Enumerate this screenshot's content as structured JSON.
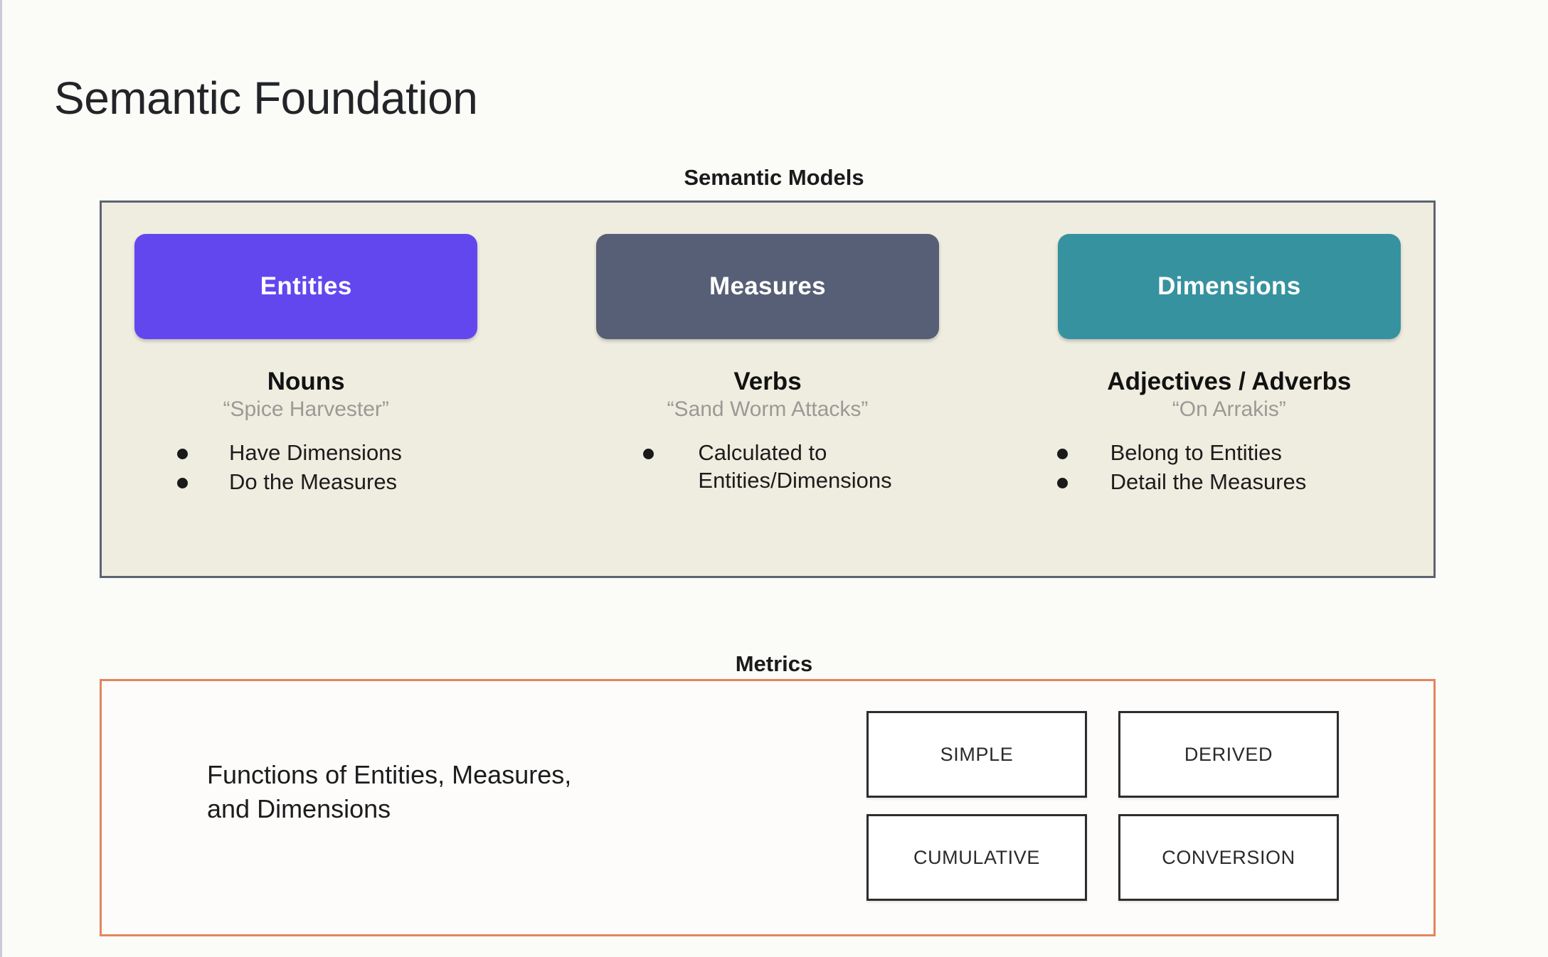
{
  "slide": {
    "title": "Semantic Foundation",
    "background_color": "#fbfbf8"
  },
  "semantic_models": {
    "caption": "Semantic Models",
    "panel_background": "#efede0",
    "panel_border_color": "#5c6472",
    "columns": [
      {
        "pill_label": "Entities",
        "pill_color": "#6347ee",
        "heading": "Nouns",
        "example": "“Spice Harvester”",
        "bullets": [
          "Have Dimensions",
          "Do the Measures"
        ]
      },
      {
        "pill_label": "Measures",
        "pill_color": "#565f75",
        "heading": "Verbs",
        "example": "“Sand Worm Attacks”",
        "bullets": [
          "Calculated to\nEntities/Dimensions"
        ]
      },
      {
        "pill_label": "Dimensions",
        "pill_color": "#37929f",
        "heading": "Adjectives / Adverbs",
        "example": "“On Arrakis”",
        "bullets": [
          "Belong to Entities",
          "Detail the Measures"
        ]
      }
    ]
  },
  "metrics": {
    "caption": "Metrics",
    "panel_border_color": "#e2855f",
    "description": "Functions of Entities, Measures,\nand Dimensions",
    "types": [
      "SIMPLE",
      "DERIVED",
      "CUMULATIVE",
      "CONVERSION"
    ]
  }
}
